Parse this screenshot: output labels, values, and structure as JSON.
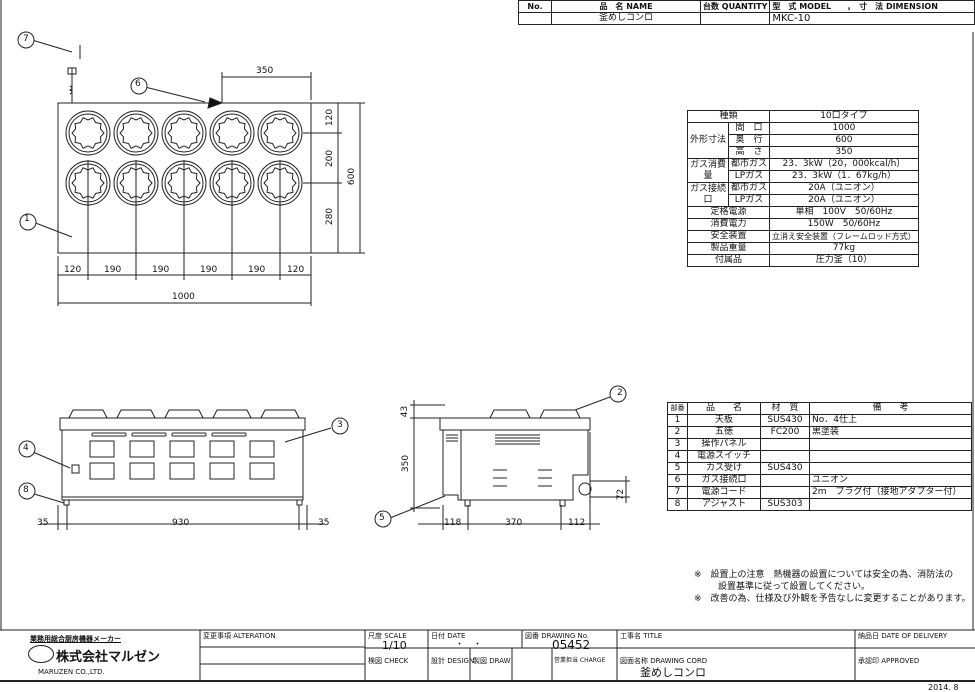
{
  "header": {
    "cols": [
      "No.",
      "品　名 NAME",
      "台数 QUANTITY",
      "型　式 MODEL　　，　寸　法 DIMENSION"
    ],
    "row": {
      "no": "",
      "name": "釜めしコンロ",
      "quantity": "",
      "model": "MKC-10"
    }
  },
  "dimensions": {
    "top": {
      "d350": "350",
      "d120a": "120",
      "d190a": "190",
      "d190b": "190",
      "d190c": "190",
      "d190d": "190",
      "d120b": "120",
      "d1000": "1000",
      "r120": "120",
      "r200": "200",
      "r280": "280",
      "r600": "600"
    },
    "front": {
      "d35a": "35",
      "d930": "930",
      "d35b": "35"
    },
    "side": {
      "d43": "43",
      "d350": "350",
      "d118": "118",
      "d370": "370",
      "d112": "112",
      "d72": "72"
    }
  },
  "callouts": [
    "1",
    "2",
    "3",
    "4",
    "5",
    "6",
    "7",
    "8"
  ],
  "specs": {
    "kind_label": "種類",
    "kind": "10口タイプ",
    "outer_label": "外形寸法",
    "width_label": "間　口",
    "width": "1000",
    "depth_label": "奥　行",
    "depth": "600",
    "height_label": "高　さ",
    "height": "350",
    "gas_cons_label": "ガス消費量",
    "city_gas_label": "都市ガス",
    "city_gas_cons": "23．3kW（20，000kcal/h）",
    "lp_gas_label": "LPガス",
    "lp_gas_cons": "23．3kW（1．67kg/h）",
    "gas_conn_label": "ガス接続口",
    "city_gas_label2": "都市ガス",
    "city_gas_conn": "20A（ユニオン）",
    "lp_gas_label2": "LPガス",
    "lp_gas_conn": "20A（ユニオン）",
    "power_label": "定格電源",
    "power": "単相　100V　50/60Hz",
    "consumption_label": "消費電力",
    "consumption": "150W　50/60Hz",
    "safety_label": "安全装置",
    "safety": "立消え安全装置（フレームロッド方式）",
    "weight_label": "製品重量",
    "weight": "77kg",
    "accessory_label": "付属品",
    "accessory": "圧力釜（10）"
  },
  "parts": {
    "headers": [
      "部番",
      "品　　名",
      "材　質",
      "備　　考"
    ],
    "rows": [
      [
        "1",
        "天板",
        "SUS430",
        "No．4仕上"
      ],
      [
        "2",
        "五徳",
        "FC200",
        "黒塗装"
      ],
      [
        "3",
        "操作パネル",
        "",
        ""
      ],
      [
        "4",
        "電源スイッチ",
        "",
        ""
      ],
      [
        "5",
        "カス受け",
        "SUS430",
        ""
      ],
      [
        "6",
        "ガス接続口",
        "",
        "ユニオン"
      ],
      [
        "7",
        "電源コード",
        "",
        "2m　プラグ付（接地アダプター付）"
      ],
      [
        "8",
        "アジャスト",
        "SUS303",
        ""
      ]
    ]
  },
  "notes": [
    "※　設置上の注意　熱機器の設置については安全の為、消防法の",
    "設置基準に従って設置してください。",
    "※　改善の為、仕様及び外観を予告なしに変更することがあります。"
  ],
  "titleblock": {
    "maker_tag": "業務用総合厨房機器メーカー",
    "company": "株式会社マルゼン",
    "company_en": "MARUZEN CO.,LTD.",
    "alteration_label": "変更事項 ALTERATION",
    "scale_label": "尺度 SCALE",
    "scale": "1/10",
    "date_label": "日付 DATE",
    "date": "・　・",
    "drawing_no_label": "図番 DRAWING No.",
    "drawing_no": "05452",
    "title_label": "工事名 TITLE",
    "delivery_label": "納品日 DATE OF DELIVERY",
    "check_label": "検図 CHECK",
    "design_label": "設計 DESIGN",
    "draw_label": "製図 DRAW",
    "charge_label": "営業担当 CHARGE",
    "drawing_cord_label": "図面名称 DRAWING CORD",
    "drawing_cord": "釜めしコンロ",
    "approved_label": "承認印 APPROVED",
    "revision_date": "2014. 8"
  }
}
